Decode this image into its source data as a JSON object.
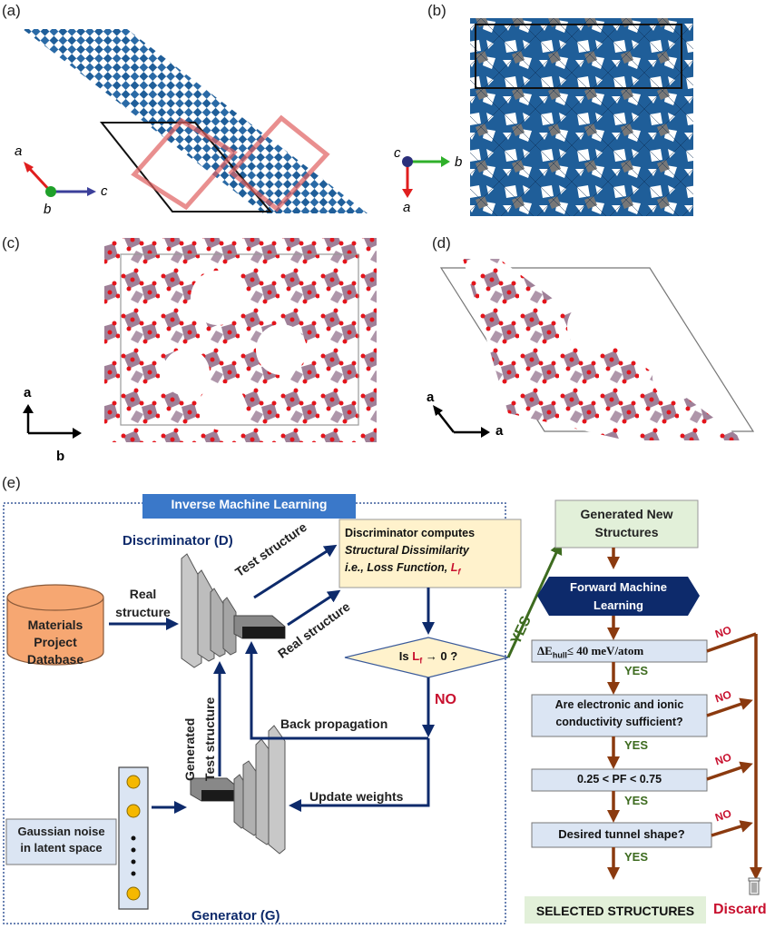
{
  "panels": {
    "a": {
      "label": "(a)",
      "axes": {
        "a": "a",
        "b": "b",
        "c": "c"
      }
    },
    "b": {
      "label": "(b)",
      "axes": {
        "a": "a",
        "b": "b",
        "c": "c"
      }
    },
    "c": {
      "label": "(c)",
      "axes": {
        "up": "a",
        "right": "b"
      }
    },
    "d": {
      "label": "(d)",
      "axes": {
        "diag": "a",
        "right": "a"
      }
    },
    "e": {
      "label": "(e)"
    }
  },
  "workflow": {
    "inverse_title": "Inverse Machine Learning",
    "discriminator_title": "Discriminator (D)",
    "generator_title": "Generator (G)",
    "database": [
      "Materials",
      "Project",
      "Database"
    ],
    "real_structure_in": [
      "Real",
      "structure"
    ],
    "test_structure": "Test structure",
    "real_structure_out": "Real structure",
    "loss_box": {
      "line1": "Discriminator computes",
      "line2": "Structural Dissimilarity",
      "line3_prefix": "i.e., Loss Function, ",
      "symbol": "L",
      "subscript": "f"
    },
    "decision": {
      "prefix": "Is ",
      "symbol": "L",
      "subscript": "f",
      "suffix": " → 0 ?"
    },
    "yes": "YES",
    "no": "NO",
    "back_propagation": "Back propagation",
    "update_weights": "Update weights",
    "generated_test": [
      "Generated",
      "Test structure"
    ],
    "noise": [
      "Gaussian noise",
      "in latent space"
    ],
    "latent_dots": "•\n•\n•\n•"
  },
  "forward": {
    "generated_new": [
      "Generated New",
      "Structures"
    ],
    "fml": [
      "Forward Machine",
      "Learning"
    ],
    "criteria": [
      {
        "text": "ΔE",
        "sub": "hull",
        "rest": "≤ 40 meV/atom"
      },
      {
        "lines": [
          "Are electronic and ionic",
          "conductivity sufficient?"
        ]
      },
      {
        "lines": [
          "0.25 < PF < 0.75"
        ]
      },
      {
        "lines": [
          "Desired tunnel shape?"
        ]
      }
    ],
    "yes": "YES",
    "no": "NO",
    "selected": "SELECTED STRUCTURES",
    "discard": "Discard"
  },
  "colors": {
    "navy": "#0d2a6b",
    "brown": "#8b3a0f",
    "green": "#3d6b1f",
    "red": "#c8102e",
    "blue_poly": "#1f5e99",
    "gray_poly": "#777777",
    "purple_poly": "#8e6a86",
    "oxygen": "#e4141b",
    "db_orange": "#f6a772",
    "loss_yellow": "#fff2cc",
    "crit_blue": "#dbe5f3",
    "gen_green": "#e2f0d9",
    "title_blue": "#3a78c9"
  }
}
